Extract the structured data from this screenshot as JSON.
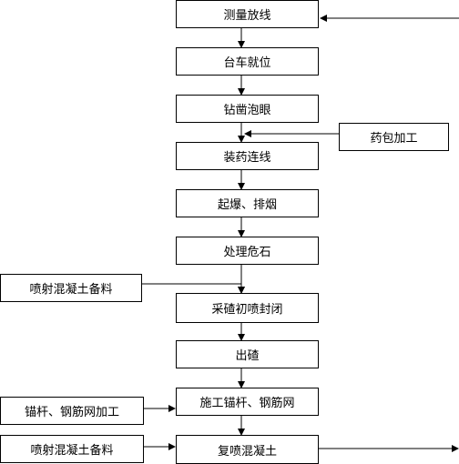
{
  "steps": {
    "survey": "测量放线",
    "trolley": "台车就位",
    "drill": "钻凿泡眼",
    "charge": "装药连线",
    "blast": "起爆、排烟",
    "scaling": "处理危石",
    "initial_spray": "采碴初喷封闭",
    "mucking": "出碴",
    "bolting": "施工锚杆、钢筋网",
    "final_spray": "复喷混凝土"
  },
  "inputs": {
    "explosive_prep": "药包加工",
    "shotcrete_prep_1": "喷射混凝土备料",
    "bolt_mesh_prep": "锚杆、钢筋网加工",
    "shotcrete_prep_2": "喷射混凝土备料"
  }
}
